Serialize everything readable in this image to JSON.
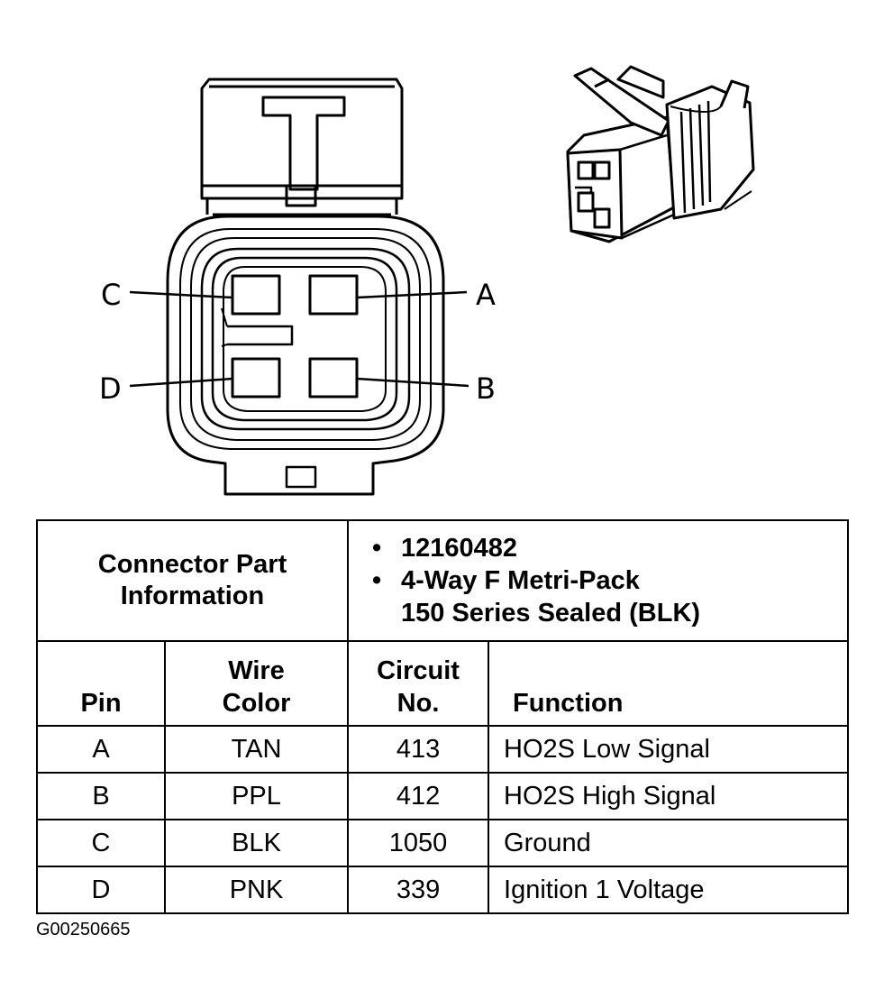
{
  "diagram": {
    "pin_labels": {
      "a": "A",
      "b": "B",
      "c": "C",
      "d": "D"
    }
  },
  "table": {
    "part_info_label": "Connector Part Information",
    "part_info_lines": [
      "12160482",
      "4-Way F Metri-Pack",
      "150 Series Sealed (BLK)"
    ],
    "bullet": "•",
    "headers": {
      "pin": "Pin",
      "wire_color_1": "Wire",
      "wire_color_2": "Color",
      "circuit_1": "Circuit",
      "circuit_2": "No.",
      "function": "Function"
    },
    "rows": [
      {
        "pin": "A",
        "wire_color": "TAN",
        "circuit": "413",
        "function": "HO2S Low Signal"
      },
      {
        "pin": "B",
        "wire_color": "PPL",
        "circuit": "412",
        "function": "HO2S High Signal"
      },
      {
        "pin": "C",
        "wire_color": "BLK",
        "circuit": "1050",
        "function": "Ground"
      },
      {
        "pin": "D",
        "wire_color": "PNK",
        "circuit": "339",
        "function": "Ignition 1 Voltage"
      }
    ]
  },
  "figure_id": "G00250665"
}
